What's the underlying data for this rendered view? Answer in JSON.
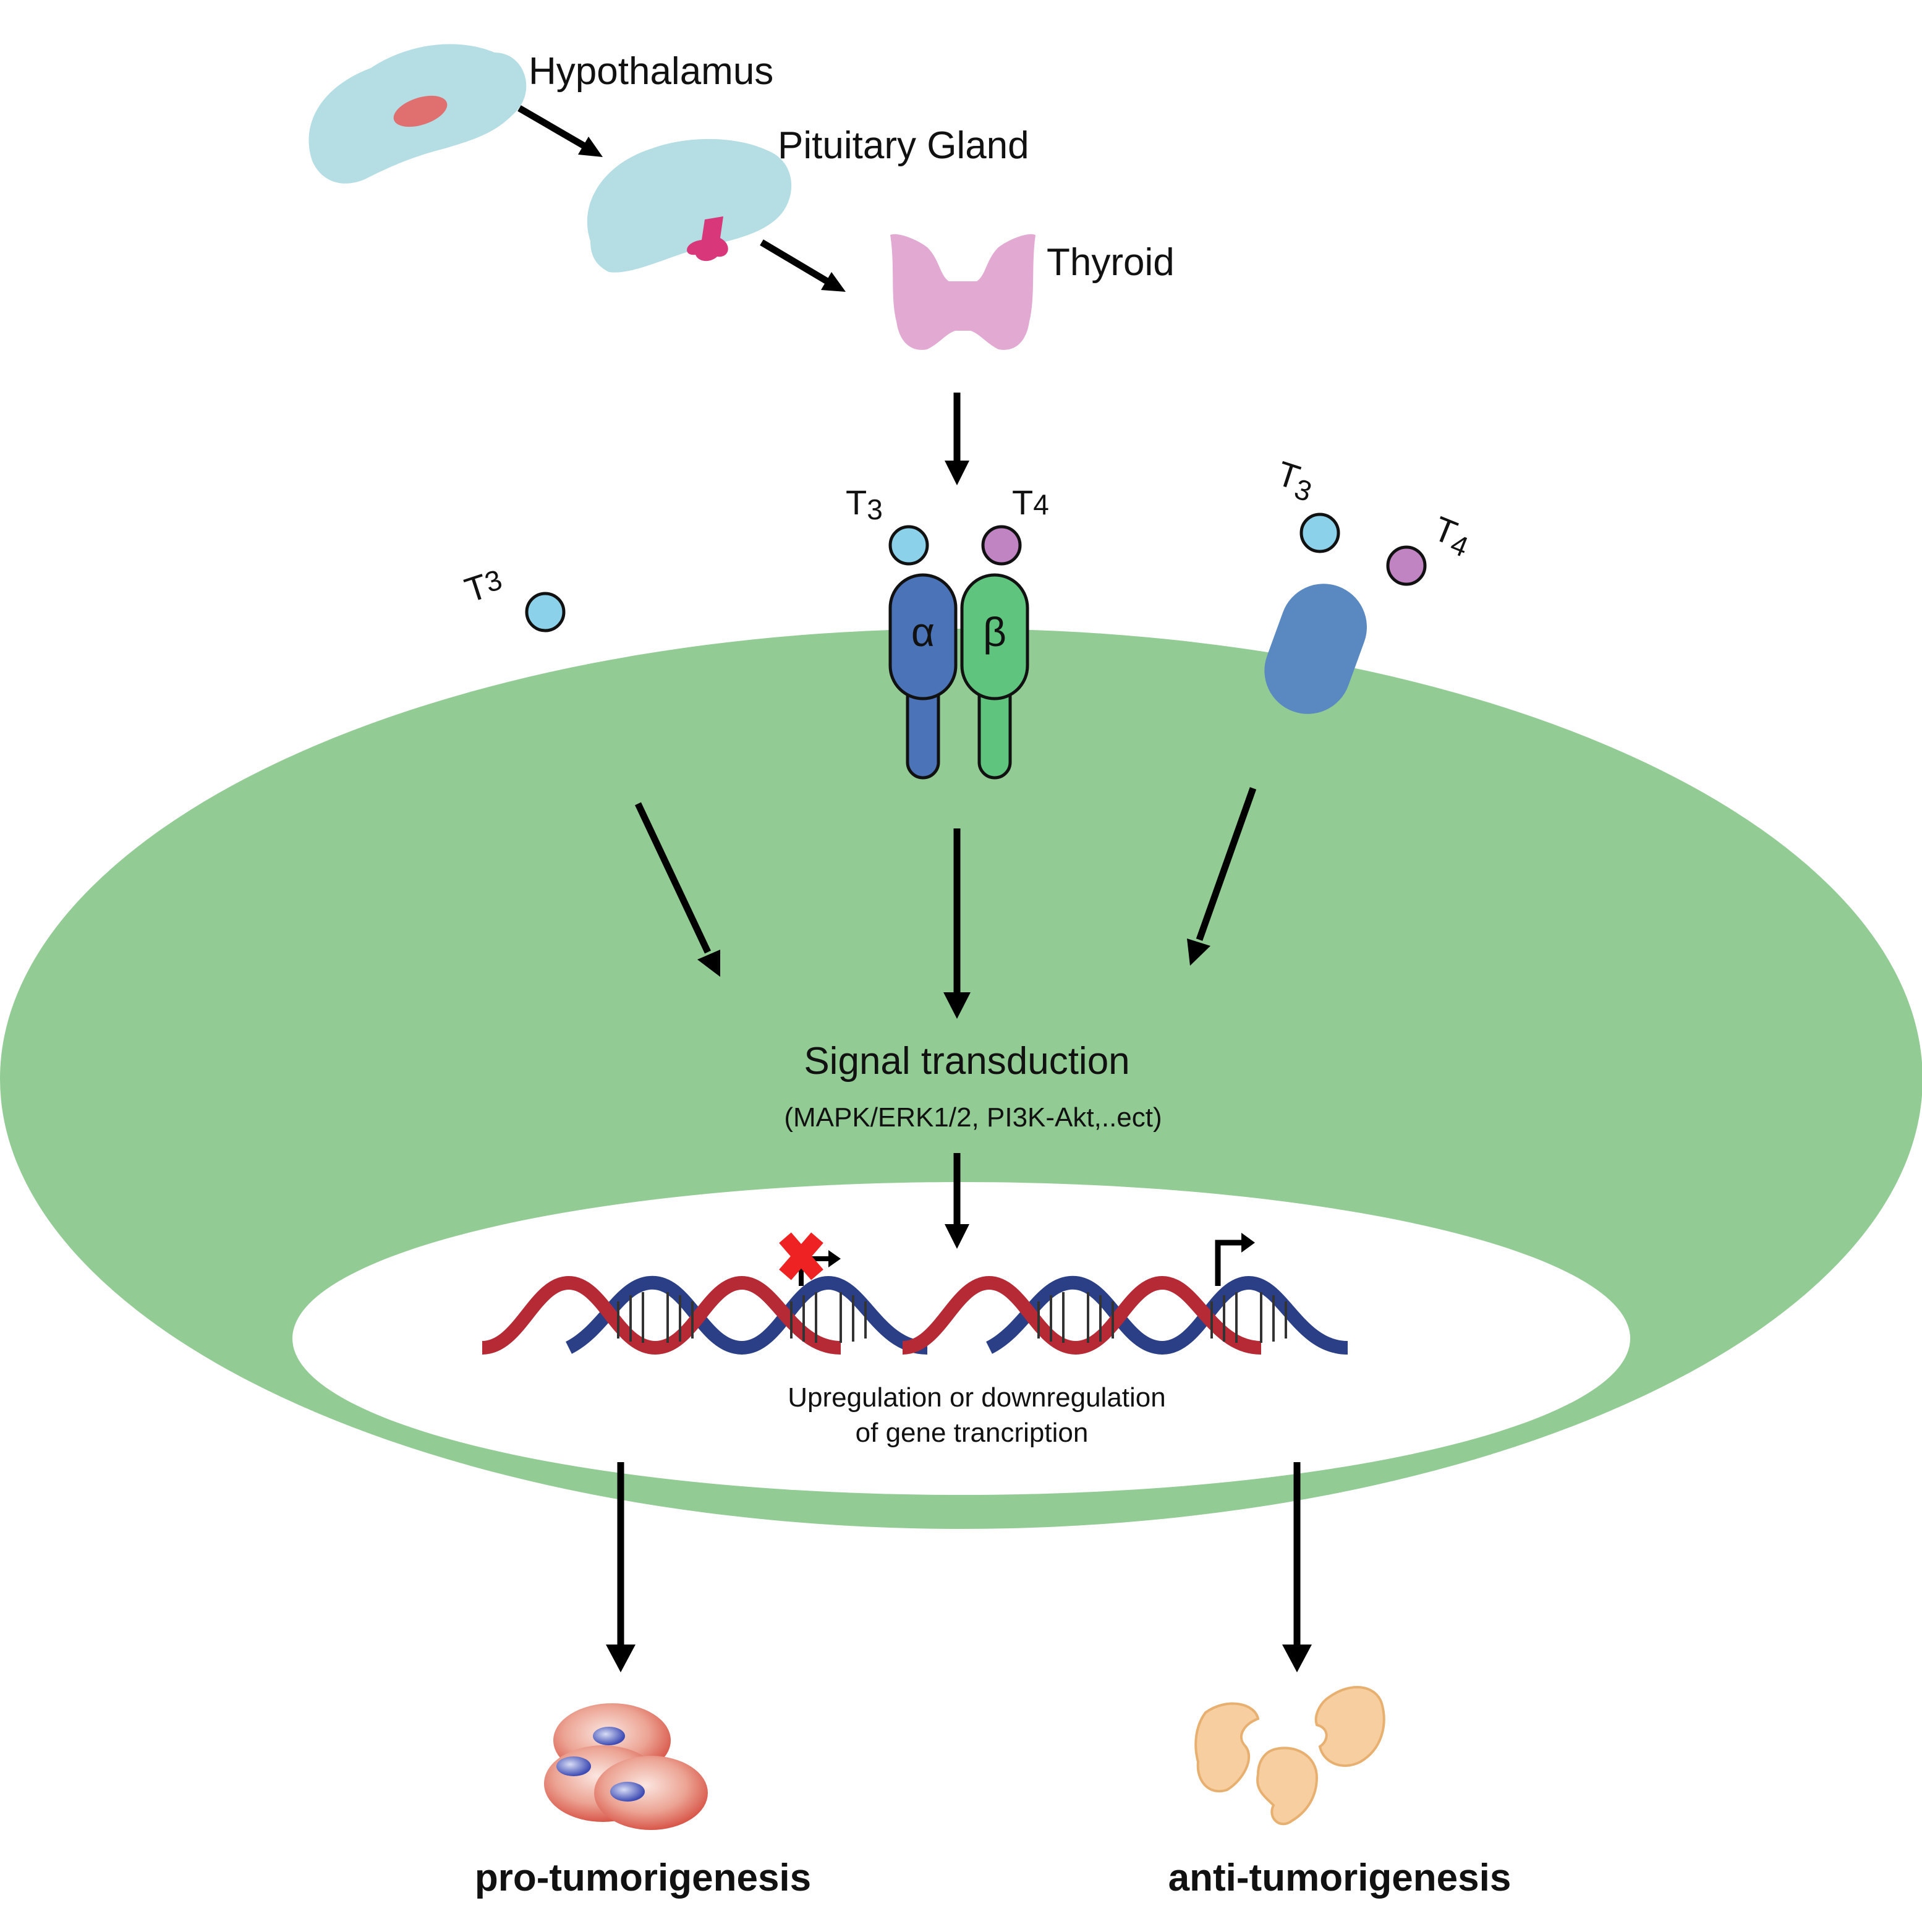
{
  "organs": {
    "hypothalamus": "Hypothalamus",
    "pituitary": "Pituitary Gland",
    "thyroid": "Thyroid"
  },
  "hormones": {
    "t3": "T",
    "t3_sub": "3",
    "t4": "T",
    "t4_sub": "4"
  },
  "receptor": {
    "alpha": "α",
    "beta": "β"
  },
  "signal": {
    "title": "Signal transduction",
    "pathways": "(MAPK/ERK1/2, PI3K-Akt,..ect)"
  },
  "gene": {
    "line1": "Upregulation or downregulation",
    "line2": "of gene trancription"
  },
  "outcomes": {
    "pro": "pro-tumorigenesis",
    "anti": "anti-tumorigenesis"
  },
  "colors": {
    "cell": "#92cb94",
    "brain": "#b4dde4",
    "hypothalamus_spot": "#e07070",
    "pituitary_spot": "#d8387a",
    "thyroid": "#e2aad2",
    "t3": "#8cd1ea",
    "t4": "#c184c3",
    "alpha": "#4a73b8",
    "beta": "#5fc47e",
    "integrin": "#5a89c2",
    "dna_red": "#b52a35",
    "dna_blue": "#2b3f86",
    "tumor_cell": "#e8897a",
    "dead_cell": "#f6ceA0"
  }
}
